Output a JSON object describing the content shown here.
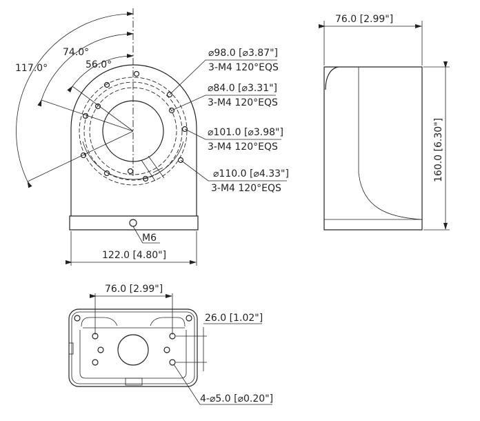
{
  "front_view": {
    "angles": [
      "117.0°",
      "74.0°",
      "56.0°"
    ],
    "holes": [
      {
        "diameter": "⌀98.0 [⌀3.87\"]",
        "spec": "3-M4 120°EQS"
      },
      {
        "diameter": "⌀84.0 [⌀3.31\"]",
        "spec": "3-M4 120°EQS"
      },
      {
        "diameter": "⌀101.0 [⌀3.98\"]",
        "spec": "3-M4 120°EQS"
      },
      {
        "diameter": "⌀110.0 [⌀4.33\"]",
        "spec": "3-M4 120°EQS"
      }
    ],
    "screw_label": "M6",
    "width_dim": "122.0 [4.80\"]"
  },
  "side_view": {
    "depth_dim": "76.0 [2.99\"]",
    "height_dim": "160.0 [6.30\"]"
  },
  "bottom_view": {
    "hole_spacing_x": "76.0 [2.99\"]",
    "hole_spacing_y": "26.0 [1.02\"]",
    "hole_label": "4-⌀5.0 [⌀0.20\"]"
  }
}
